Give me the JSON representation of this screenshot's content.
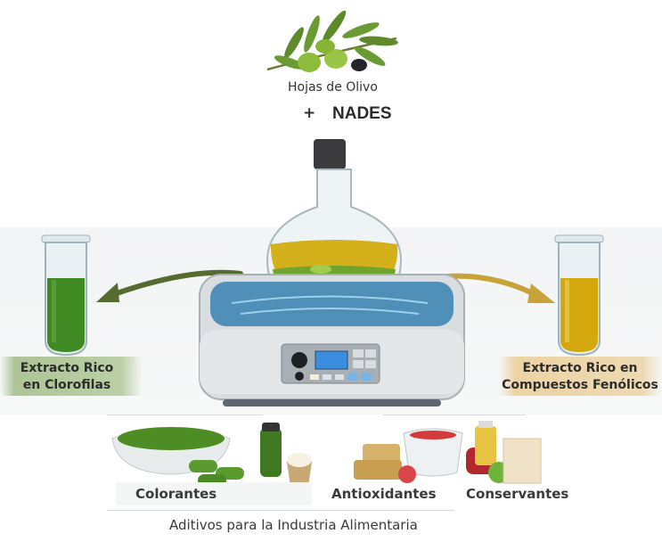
{
  "header": {
    "source_label": "Hojas de Olivo",
    "plus_symbol": "+",
    "solvent_label": "NADES"
  },
  "center": {
    "equipment": "ultrasonic-bath",
    "display_color": "#3b8de0"
  },
  "left_output": {
    "line1": "Extracto Rico",
    "line2": "en Clorofilas",
    "liquid_color": "#3f8a22",
    "arrow_color": "#556b2f"
  },
  "right_output": {
    "line1": "Extracto Rico en",
    "line2": "Compuestos Fenólicos",
    "liquid_color": "#d4a80c",
    "arrow_color": "#c9a23a"
  },
  "applications": {
    "items": [
      {
        "label": "Colorantes"
      },
      {
        "label": "Antioxidantes"
      },
      {
        "label": "Conservantes"
      }
    ],
    "footer": "Aditivos para la Industria Alimentaria"
  }
}
